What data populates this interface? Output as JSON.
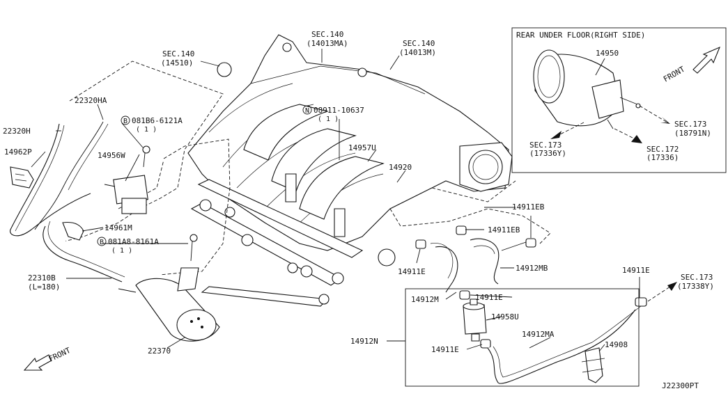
{
  "inset": {
    "title": "REAR UNDER FLOOR(RIGHT SIDE)"
  },
  "labels": {
    "sec140_a": "SEC.140",
    "sec140_a2": "(14013MA)",
    "sec140_b": "SEC.140",
    "sec140_b2": "(14013M)",
    "sec140_c": "SEC.140",
    "sec140_c2": "(14510)",
    "p22320ha": "22320HA",
    "p22320h": "22320H",
    "p14962p": "14962P",
    "n08911": "08911-10637",
    "n08911_q": "( 1 )",
    "b081b6": "081B6-6121A",
    "b081b6_q": "( 1 )",
    "p14956w": "14956W",
    "p14957u": "14957U",
    "p14920": "14920",
    "p14961m": "14961M",
    "b081a8": "081A8-8161A",
    "b081a8_q": "( 1 )",
    "p22310b": "22310B",
    "p22310b_l": "(L=180)",
    "p22370": "22370",
    "front_left": "FRONT",
    "p14911eb_a": "14911EB",
    "p14911eb_b": "14911EB",
    "p14911e_a": "14911E",
    "p14912mb": "14912MB",
    "p14912m": "14912M",
    "p14911e_b": "14911E",
    "p14958u": "14958U",
    "p14912n": "14912N",
    "p14912ma": "14912MA",
    "p14911e_c": "14911E",
    "p14908": "14908",
    "p14911e_d": "14911E",
    "sec173_a": "SEC.173",
    "sec173_a2": "(17338Y)",
    "p14950": "14950",
    "front_right": "FRONT",
    "sec173_b": "SEC.173",
    "sec173_b2": "(18791N)",
    "sec173_c": "SEC.173",
    "sec173_c2": "(17336Y)",
    "sec172": "SEC.172",
    "sec172_2": "(17336)",
    "diagram_code": "J22300PT"
  },
  "markers": {
    "n": "N",
    "b": "B"
  }
}
